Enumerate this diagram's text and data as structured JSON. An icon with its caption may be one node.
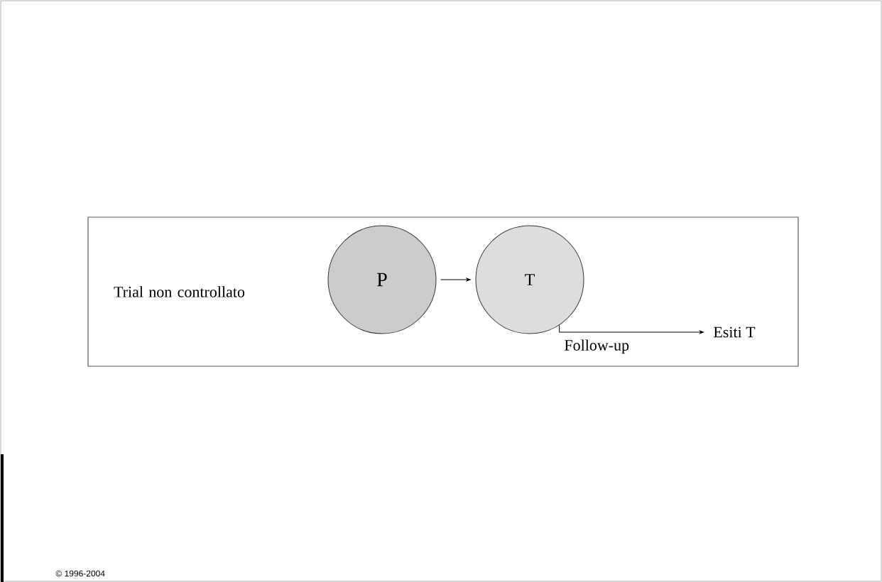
{
  "diagram": {
    "nodes": [
      {
        "text": [
          "Trial non controllato"
        ]
      },
      {
        "text": [
          "P"
        ],
        "in": 0
      },
      {
        "text": [
          "T"
        ],
        "in": 0
      },
      {
        "text": [
          "Esiti T"
        ],
        "in": 0
      }
    ],
    "edges": [
      {
        "from": 1,
        "to": 2,
        "arrow": "to"
      },
      {
        "from": 2,
        "to": 3,
        "arrow": "to",
        "label": "Follow-up"
      }
    ],
    "labels": [
      "© 1996-2004"
    ]
  }
}
